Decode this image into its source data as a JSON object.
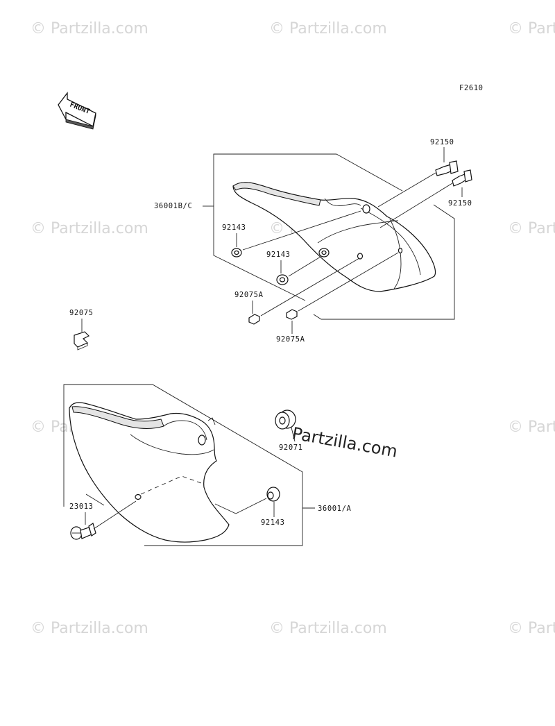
{
  "figure_code": "F2610",
  "front_label": "FRONT",
  "watermark": "© Partzilla.com",
  "center_watermark": "Partzilla.com",
  "callouts": {
    "bolt_top": "92150",
    "bolt_right": "92150",
    "cover_upper": "36001B/C",
    "grommet_left": "92143",
    "grommet_mid": "92143",
    "collar_left": "92075A",
    "collar_right": "92075A",
    "clip": "92075",
    "grommet_loose": "92071",
    "fastener": "23013",
    "grommet_lower": "92143",
    "cover_lower": "36001/A"
  }
}
